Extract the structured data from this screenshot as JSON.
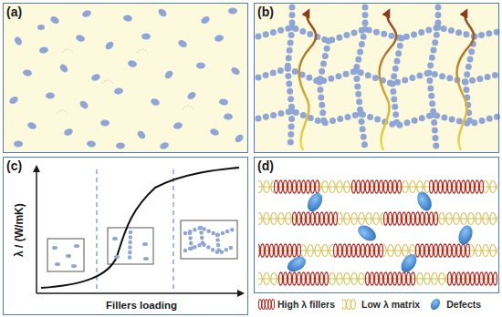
{
  "diagram": {
    "nodes": [
      {
        "text": [
          "(a)"
        ]
      },
      {
        "text": [
          "(b)"
        ]
      },
      {
        "text": [
          "(c)"
        ]
      },
      {
        "text": [
          "(d)"
        ]
      }
    ],
    "labels": [
      "λ / (W/mK)",
      "Fillers loading"
    ],
    "legend": [
      {
        "text": "High λ fillers"
      },
      {
        "text": "Low λ matrix"
      },
      {
        "text": "Defects"
      }
    ]
  }
}
